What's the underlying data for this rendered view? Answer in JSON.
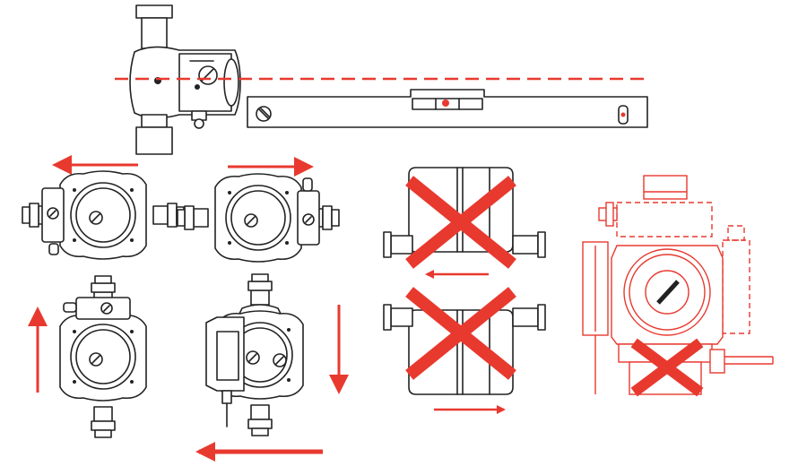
{
  "colors": {
    "accent_red": "#e8392f",
    "line": "#222222",
    "background": "#ffffff"
  },
  "figures": [
    {
      "id": "level-check",
      "icon": "pump-with-spirit-level"
    },
    {
      "id": "pos-1",
      "icon": "pump-terminal-box-left",
      "arrow": "left",
      "allowed": true
    },
    {
      "id": "pos-2",
      "icon": "pump-terminal-box-right",
      "arrow": "right",
      "allowed": true
    },
    {
      "id": "pos-3",
      "icon": "pump-terminal-box-top",
      "arrow": "up",
      "allowed": true
    },
    {
      "id": "pos-4",
      "icon": "pump-terminal-box-left-vertical",
      "arrow": "down",
      "allowed": true
    },
    {
      "id": "pos-5",
      "icon": "pump-shaft-vertical-down",
      "arrow": "left",
      "allowed": false
    },
    {
      "id": "pos-6",
      "icon": "pump-shaft-vertical-up",
      "arrow": "right",
      "allowed": false
    },
    {
      "id": "pos-7",
      "icon": "pump-terminal-box-bottom",
      "allowed": false
    }
  ]
}
